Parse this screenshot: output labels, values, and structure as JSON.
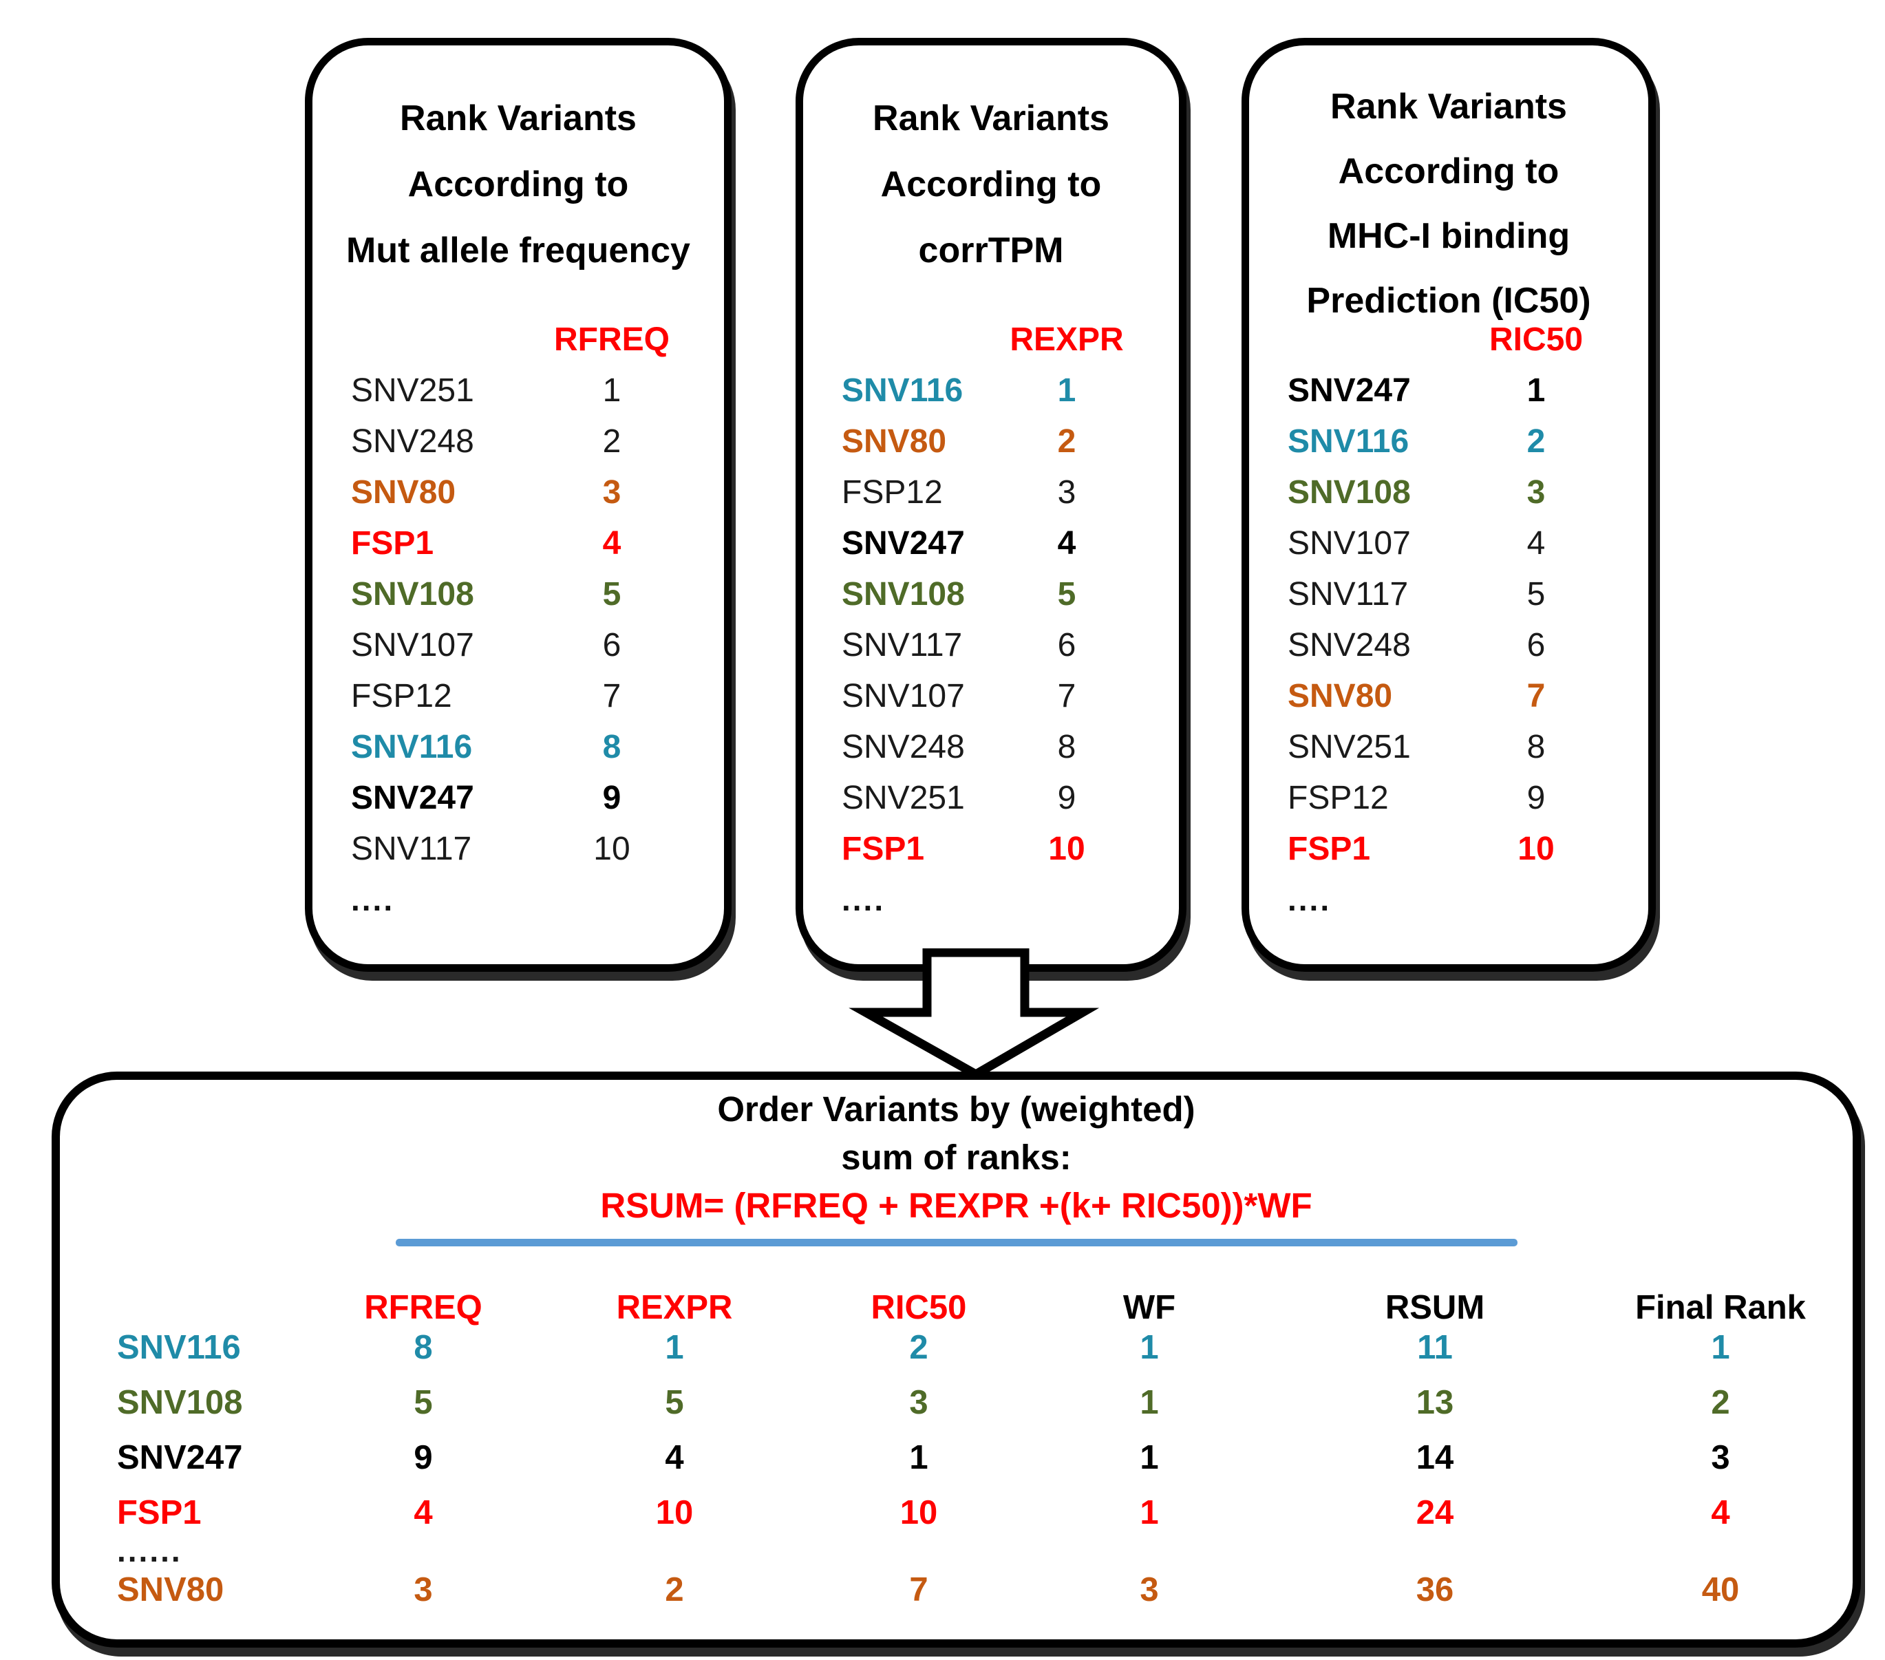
{
  "colors": {
    "red": "#FF0000",
    "teal": "#1F8BA8",
    "green": "#4F6B28",
    "orange": "#C55A11",
    "plain_text": "#1A1A1A",
    "blue_divider": "#5B9BD5",
    "box_border": "#000000"
  },
  "boxes": [
    {
      "title_lines": [
        "Rank Variants",
        "According to",
        "Mut allele frequency"
      ],
      "header": "RFREQ",
      "header_color": "red",
      "rows": [
        {
          "name": "SNV251",
          "rank": "1",
          "color": "plain"
        },
        {
          "name": "SNV248",
          "rank": "2",
          "color": "plain"
        },
        {
          "name": "SNV80",
          "rank": "3",
          "color": "orange"
        },
        {
          "name": "FSP1",
          "rank": "4",
          "color": "red"
        },
        {
          "name": "SNV108",
          "rank": "5",
          "color": "green"
        },
        {
          "name": "SNV107",
          "rank": "6",
          "color": "plain"
        },
        {
          "name": "FSP12",
          "rank": "7",
          "color": "plain"
        },
        {
          "name": "SNV116",
          "rank": "8",
          "color": "teal"
        },
        {
          "name": "SNV247",
          "rank": "9",
          "color": "black"
        },
        {
          "name": "SNV117",
          "rank": "10",
          "color": "plain"
        }
      ],
      "ellipsis": "...."
    },
    {
      "title_lines": [
        "Rank Variants",
        "According to",
        "corrTPM"
      ],
      "header": "REXPR",
      "header_color": "red",
      "rows": [
        {
          "name": "SNV116",
          "rank": "1",
          "color": "teal"
        },
        {
          "name": "SNV80",
          "rank": "2",
          "color": "orange"
        },
        {
          "name": "FSP12",
          "rank": "3",
          "color": "plain"
        },
        {
          "name": "SNV247",
          "rank": "4",
          "color": "black"
        },
        {
          "name": "SNV108",
          "rank": "5",
          "color": "green"
        },
        {
          "name": "SNV117",
          "rank": "6",
          "color": "plain"
        },
        {
          "name": "SNV107",
          "rank": "7",
          "color": "plain"
        },
        {
          "name": "SNV248",
          "rank": "8",
          "color": "plain"
        },
        {
          "name": "SNV251",
          "rank": "9",
          "color": "plain"
        },
        {
          "name": "FSP1",
          "rank": "10",
          "color": "red"
        }
      ],
      "ellipsis": "...."
    },
    {
      "title_lines": [
        "Rank Variants",
        "According to",
        "MHC-I binding",
        "Prediction (IC50)"
      ],
      "header": "RIC50",
      "header_color": "red",
      "rows": [
        {
          "name": "SNV247",
          "rank": "1",
          "color": "black"
        },
        {
          "name": "SNV116",
          "rank": "2",
          "color": "teal"
        },
        {
          "name": "SNV108",
          "rank": "3",
          "color": "green"
        },
        {
          "name": "SNV107",
          "rank": "4",
          "color": "plain"
        },
        {
          "name": "SNV117",
          "rank": "5",
          "color": "plain"
        },
        {
          "name": "SNV248",
          "rank": "6",
          "color": "plain"
        },
        {
          "name": "SNV80",
          "rank": "7",
          "color": "orange"
        },
        {
          "name": "SNV251",
          "rank": "8",
          "color": "plain"
        },
        {
          "name": "FSP12",
          "rank": "9",
          "color": "plain"
        },
        {
          "name": "FSP1",
          "rank": "10",
          "color": "red"
        }
      ],
      "ellipsis": "...."
    }
  ],
  "bottom": {
    "title_line1": "Order Variants by (weighted)",
    "title_line2": "sum of ranks:",
    "formula": "RSUM= (RFREQ + REXPR +(k+ RIC50))*WF",
    "headers": [
      {
        "label": "RFREQ",
        "color": "red"
      },
      {
        "label": "REXPR",
        "color": "red"
      },
      {
        "label": "RIC50",
        "color": "red"
      },
      {
        "label": "WF",
        "color": "black"
      },
      {
        "label": "RSUM",
        "color": "black"
      },
      {
        "label": "Final Rank",
        "color": "black"
      }
    ],
    "rows": [
      {
        "name": "SNV116",
        "color": "teal",
        "values": [
          "8",
          "1",
          "2",
          "1",
          "11",
          "1"
        ]
      },
      {
        "name": "SNV108",
        "color": "green",
        "values": [
          "5",
          "5",
          "3",
          "1",
          "13",
          "2"
        ]
      },
      {
        "name": "SNV247",
        "color": "black",
        "values": [
          "9",
          "4",
          "1",
          "1",
          "14",
          "3"
        ]
      },
      {
        "name": "FSP1",
        "color": "red",
        "values": [
          "4",
          "10",
          "10",
          "1",
          "24",
          "4"
        ]
      },
      {
        "name": "......",
        "color": "plain",
        "values": []
      },
      {
        "name": "SNV80",
        "color": "orange",
        "values": [
          "3",
          "2",
          "7",
          "3",
          "36",
          "40"
        ]
      }
    ]
  }
}
